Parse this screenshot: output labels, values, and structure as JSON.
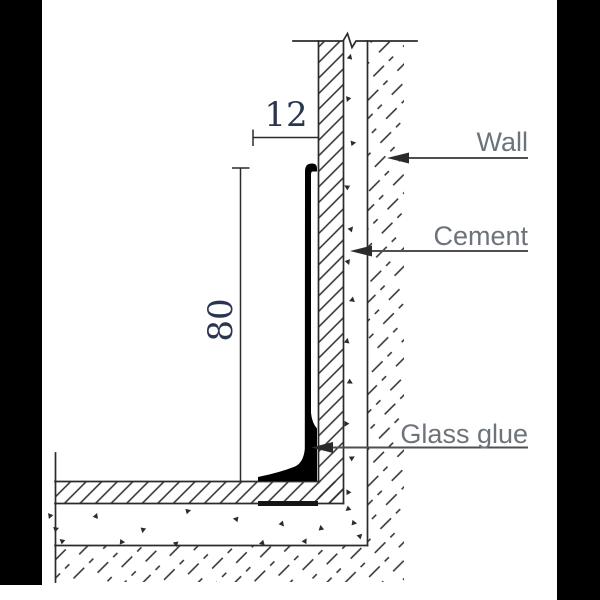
{
  "diagram": {
    "dimensions": {
      "skirting_face_width": "12",
      "skirting_height": "80"
    },
    "labels": {
      "wall": "Wall",
      "cement": "Cement",
      "glass_glue": "Glass glue"
    },
    "colors": {
      "background": "#ffffff",
      "letterbox": "#000000",
      "line": "#2b2b2b",
      "leader": "#4f4f4f",
      "label_text": "#6d737b",
      "dim_text": "#2b3550",
      "skirting": "#000000"
    }
  }
}
